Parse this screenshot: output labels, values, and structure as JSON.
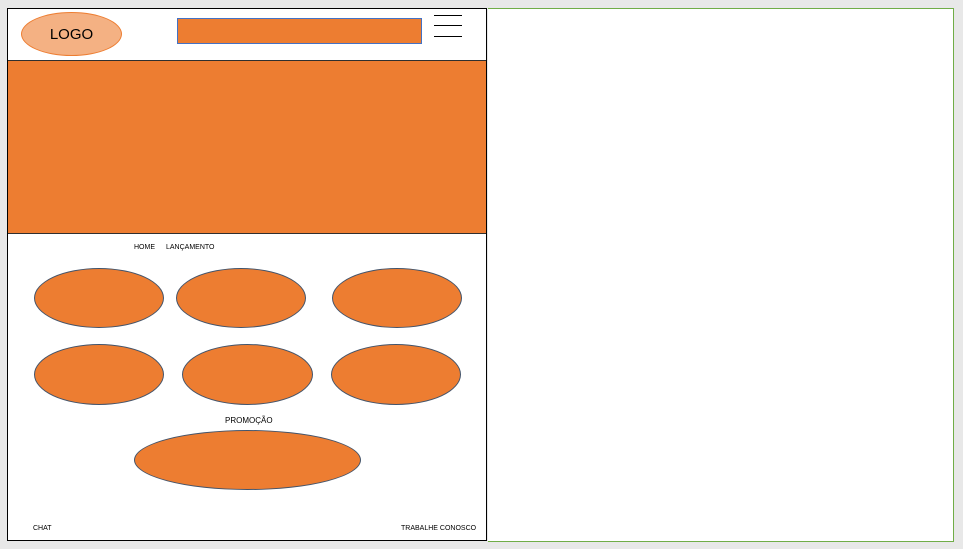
{
  "header": {
    "logo_text": "LOGO",
    "menu_icon": "hamburger-menu-icon"
  },
  "nav": {
    "home_label": "HOME",
    "launch_label": "LANÇAMENTO"
  },
  "promo": {
    "label": "PROMOÇÃO"
  },
  "footer": {
    "chat_label": "CHAT",
    "careers_label": "TRABALHE CONOSCO"
  },
  "colors": {
    "accent": "#ed7d31",
    "logo_fill": "#f4b183",
    "right_panel_border": "#70ad47"
  }
}
